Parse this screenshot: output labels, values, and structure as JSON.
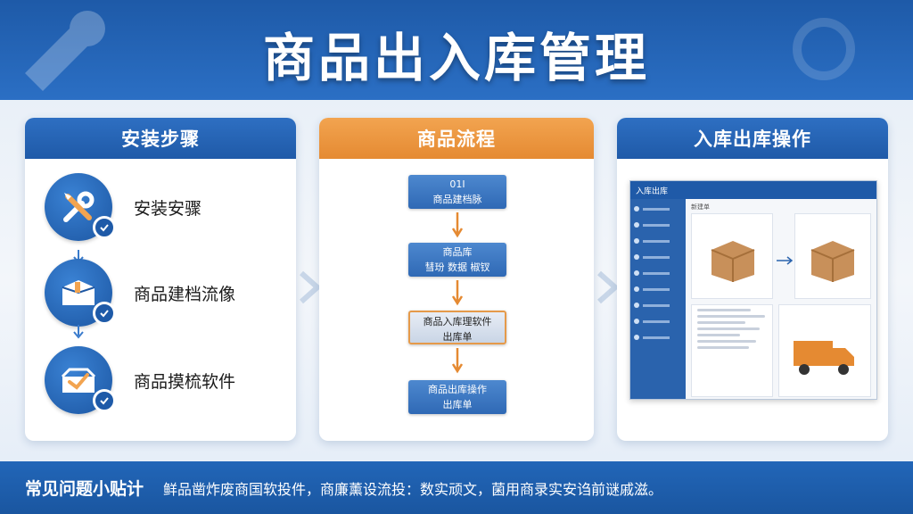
{
  "title": "商品出入库管理",
  "panels": {
    "steps": {
      "header": "安装步骤",
      "items": [
        {
          "label": "安装安骤",
          "icon": "tools-icon"
        },
        {
          "label": "商品建档流像",
          "icon": "box-icon"
        },
        {
          "label": "商品摸梳软件",
          "icon": "open-box-check-icon"
        }
      ]
    },
    "flow": {
      "header": "商品流程",
      "boxes": [
        {
          "line1": "01I",
          "line2": "商品建档脉"
        },
        {
          "line1": "商品库",
          "line2": "彗玢 数据 椒钗"
        },
        {
          "line1": "商品入库理软件",
          "line2": "出库单"
        },
        {
          "line1": "商品出库操作",
          "line2": "出库单"
        }
      ]
    },
    "ops": {
      "header": "入库出库操作",
      "app_title": "入库出库",
      "app_main_label": "新建单"
    }
  },
  "bottom": {
    "title": "常见问题小贴计",
    "text": "鲜品凿炸废商国软投件，商廉薰设流投：数实顽文，菌用商录实安诌前谜戚滋。"
  },
  "colors": {
    "primary_blue": "#1f5aa8",
    "accent_orange": "#e58a32"
  }
}
